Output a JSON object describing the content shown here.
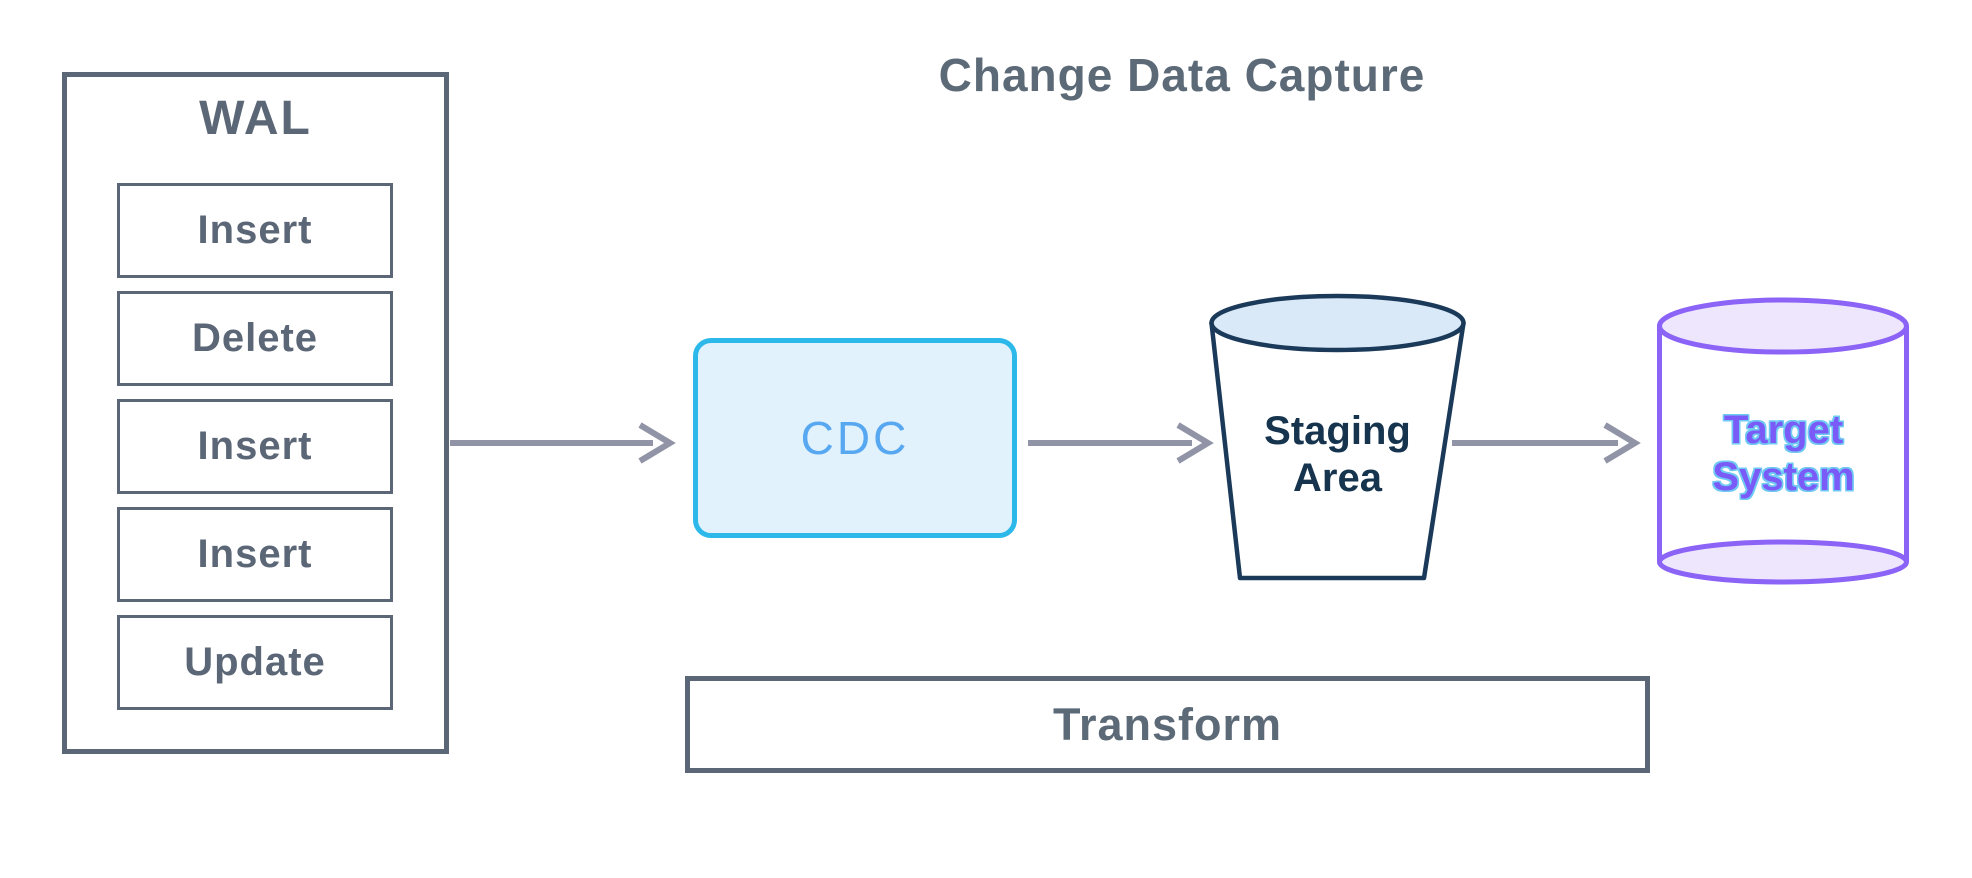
{
  "title": "Change Data Capture",
  "wal": {
    "title": "WAL",
    "entries": [
      "Insert",
      "Delete",
      "Insert",
      "Insert",
      "Update"
    ]
  },
  "cdc": {
    "label": "CDC"
  },
  "staging": {
    "line1": "Staging",
    "line2": "Area"
  },
  "target": {
    "line1": "Target",
    "line2": "System"
  },
  "transform": {
    "label": "Transform"
  },
  "colors": {
    "outline_gray": "#5B6776",
    "text_gray": "#5C6A78",
    "arrow_gray": "#9194A6",
    "cdc_border": "#2CB9EA",
    "cdc_fill": "#E1F2FC",
    "cdc_text": "#58A8F1",
    "staging_outline": "#1B3A5A",
    "staging_top_fill": "#D9E9F8",
    "staging_text": "#17344F",
    "target_outline": "#8B63F6",
    "target_ellipse_fill": "#EDE6FC",
    "target_text": "#7B5BF7",
    "target_text_stroke": "#70C9F3"
  }
}
